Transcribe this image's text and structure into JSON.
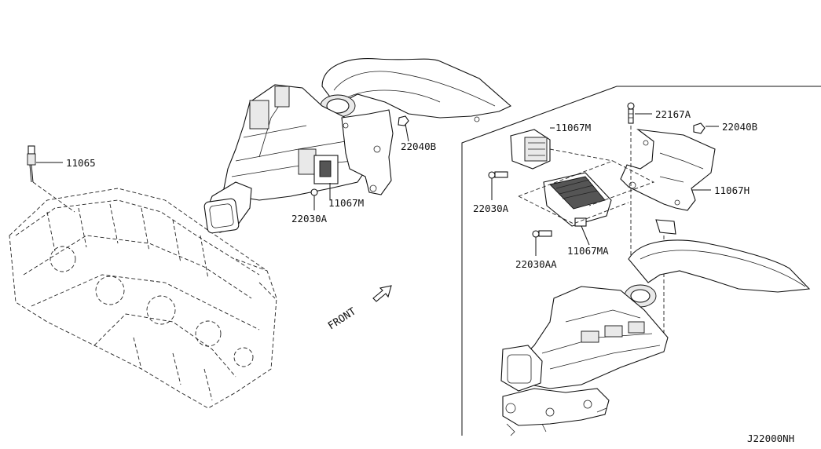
{
  "labels": {
    "p11065": "11065",
    "p22040b_left": "22040B",
    "p11067m_left": "11067M",
    "p22030a_left": "22030A",
    "front": "FRONT",
    "p22167a": "22167A",
    "p22040b_right": "22040B",
    "p11067m_right": "11067M",
    "p11067h": "11067H",
    "p22030a_right": "22030A",
    "p11067ma": "11067MA",
    "p22030aa": "22030AA",
    "diagram_code": "J22000NH"
  }
}
